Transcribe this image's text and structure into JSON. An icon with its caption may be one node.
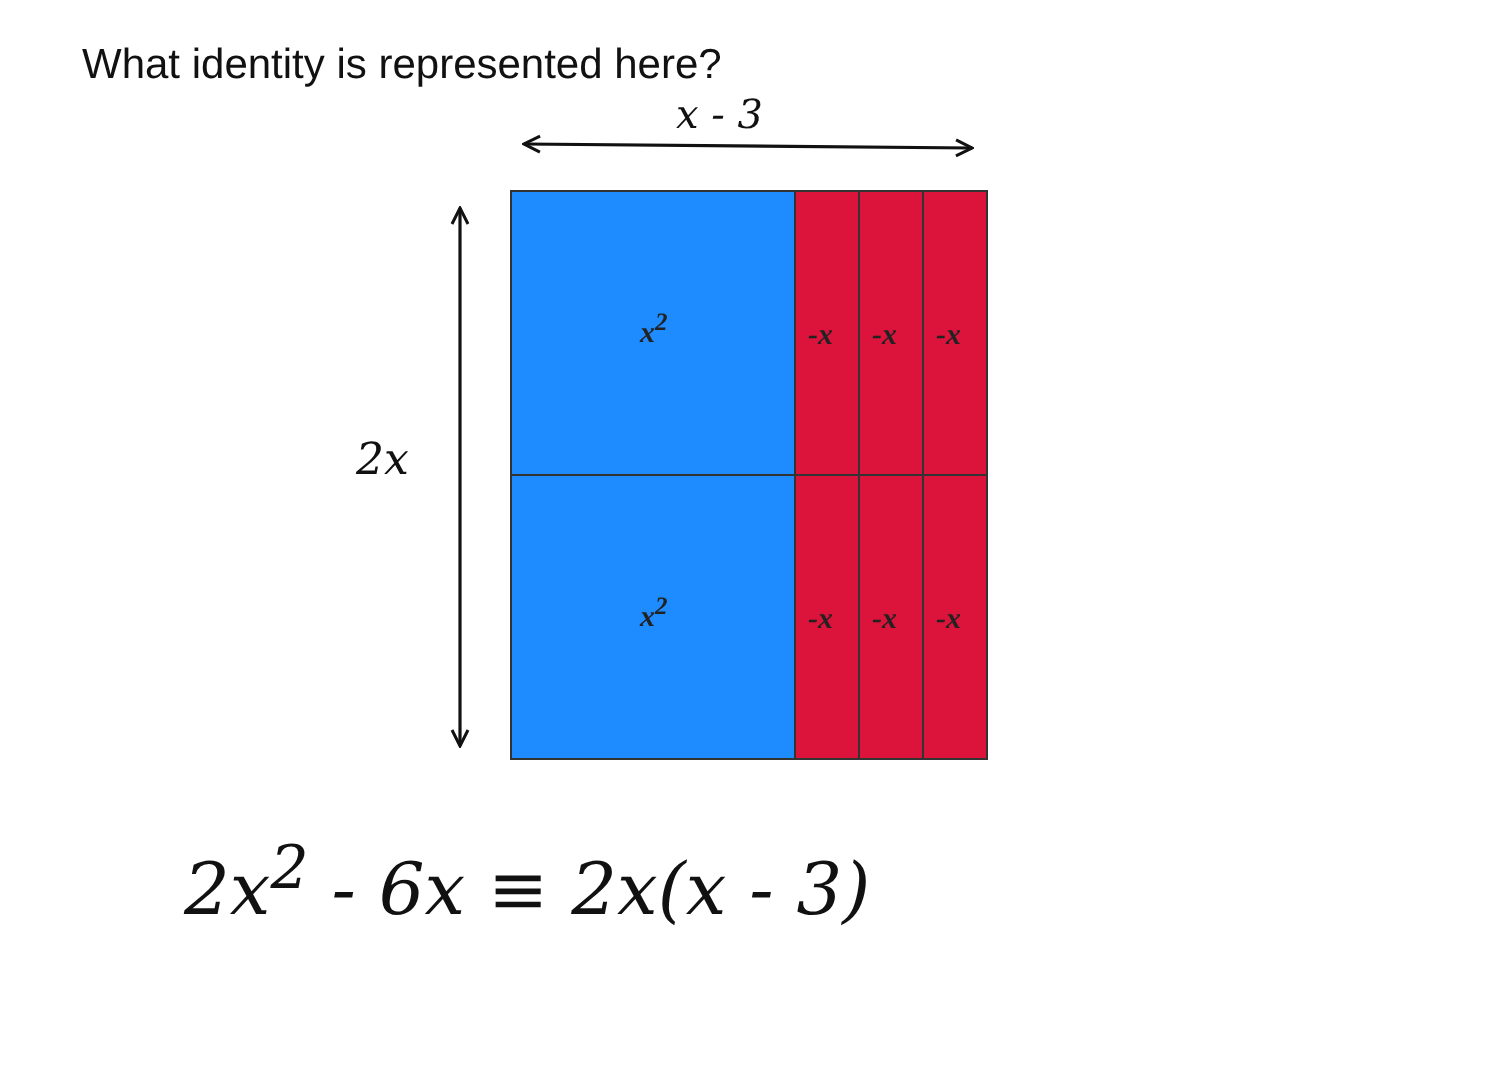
{
  "diagram": {
    "title": "What identity is represented here?",
    "nodes": [
      {
        "text": [
          "x$^{2}$"
        ]
      },
      {
        "text": [
          "-x"
        ]
      },
      {
        "text": [
          "-x"
        ]
      },
      {
        "text": [
          "-x"
        ]
      },
      {
        "text": [
          "x$^{2}$"
        ]
      },
      {
        "text": [
          "-x"
        ]
      },
      {
        "text": [
          "-x"
        ]
      },
      {
        "text": [
          "-x"
        ]
      }
    ],
    "labels": [
      "x - 3",
      "2x",
      "2x$^{2}$ - 6x ≡ 2x(x - 3)"
    ]
  }
}
